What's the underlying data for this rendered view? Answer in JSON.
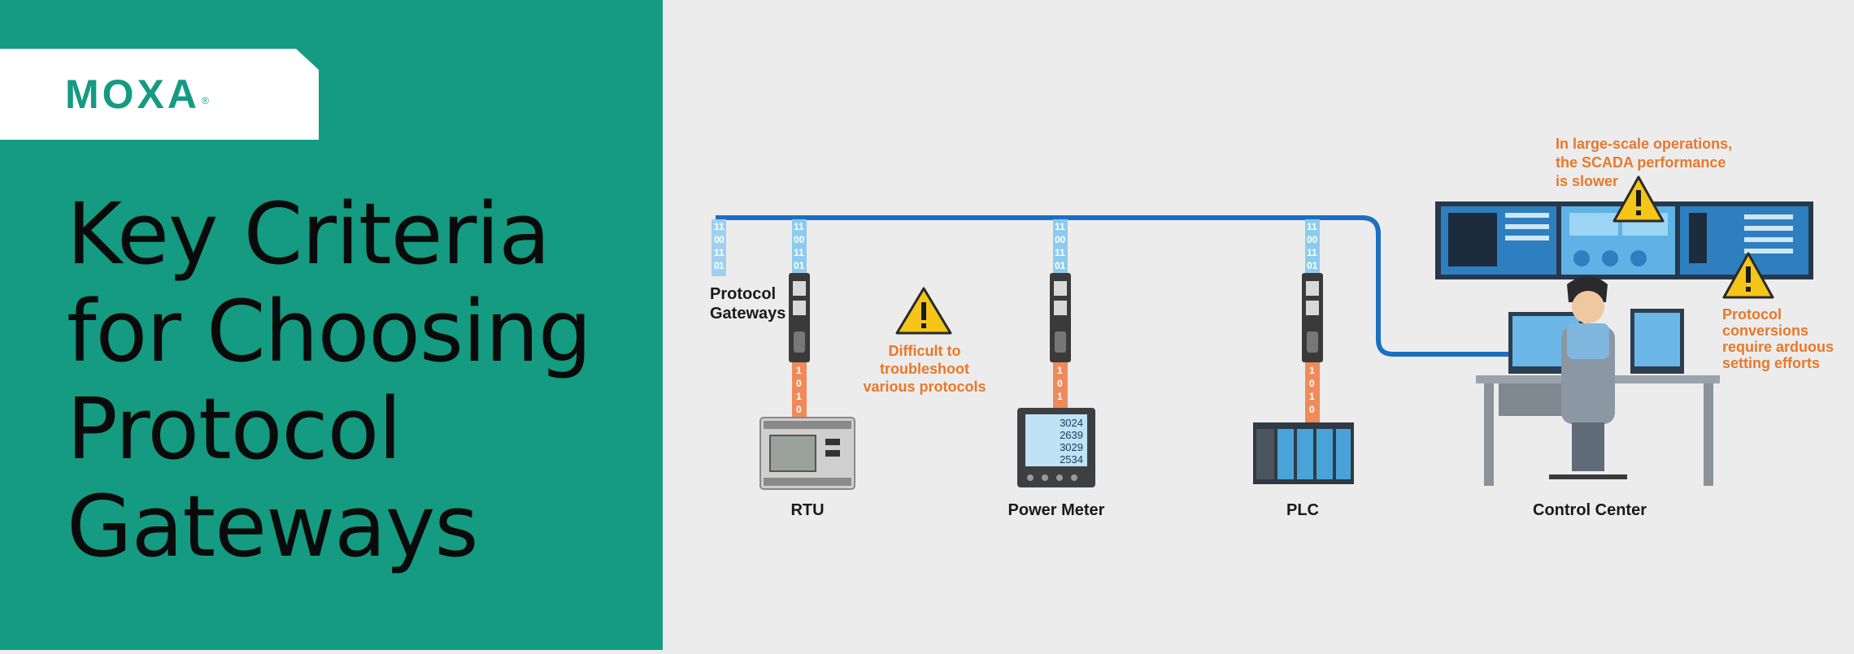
{
  "brand": {
    "logo": "MOXA",
    "trademark": "®"
  },
  "title": {
    "lines": [
      "Key Criteria",
      "for Choosing",
      "Protocol",
      "Gateways"
    ]
  },
  "diagram": {
    "gateway_label": [
      "Protocol",
      "Gateways"
    ],
    "devices": {
      "rtu": "RTU",
      "power_meter": "Power Meter",
      "plc": "PLC",
      "control_center": "Control Center"
    },
    "meter_readings": [
      "3024",
      "2639",
      "3029",
      "2534"
    ],
    "warnings": {
      "troubleshoot": [
        "Difficult to",
        "troubleshoot",
        "various protocols"
      ],
      "scada": [
        "In large-scale operations,",
        "the SCADA performance",
        "is slower"
      ],
      "conversion": [
        "Protocol",
        "conversions",
        "require arduous",
        "setting efforts"
      ]
    },
    "colors": {
      "accent": "#149b82",
      "network_line": "#1b70c1",
      "warning": "#e8782a",
      "warning_fill": "#f5c518"
    }
  }
}
